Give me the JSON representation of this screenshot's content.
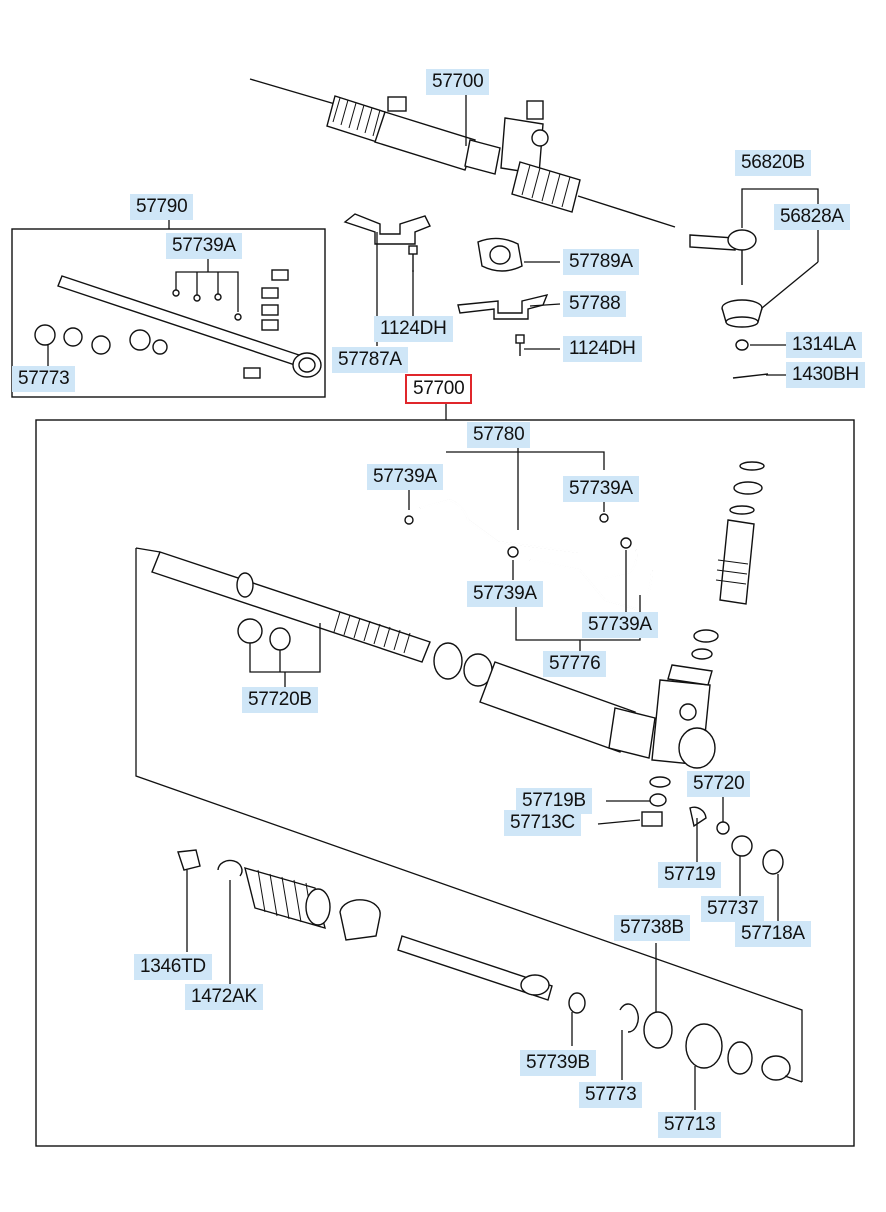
{
  "labels": {
    "l57700_top": "57700",
    "l56820b": "56820B",
    "l56828a": "56828A",
    "l57790": "57790",
    "l57739a_box": "57739A",
    "l57773_box": "57773",
    "l57789a": "57789A",
    "l57788": "57788",
    "l1124dh_a": "1124DH",
    "l1124dh_b": "1124DH",
    "l57787a": "57787A",
    "l1314la": "1314LA",
    "l1430bh": "1430BH",
    "l57700_sel": "57700",
    "l57780": "57780",
    "l57739a_1": "57739A",
    "l57739a_2": "57739A",
    "l57739a_3": "57739A",
    "l57739a_4": "57739A",
    "l57776": "57776",
    "l57720b": "57720B",
    "l57719b": "57719B",
    "l57713c": "57713C",
    "l57720": "57720",
    "l57719": "57719",
    "l57737": "57737",
    "l57718a": "57718A",
    "l57738b": "57738B",
    "l1346td": "1346TD",
    "l1472ak": "1472AK",
    "l57739b": "57739B",
    "l57773": "57773",
    "l57713": "57713"
  },
  "selected_part": "57700",
  "colors": {
    "label_bg": "#cfe6f7",
    "selected_outline": "#e0262b",
    "line": "#111111"
  }
}
